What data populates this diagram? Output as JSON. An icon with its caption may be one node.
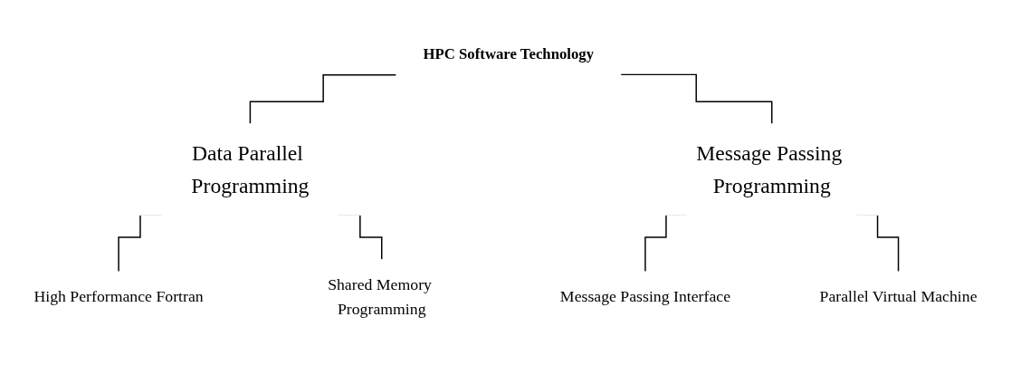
{
  "diagram": {
    "nodes": [
      {
        "text": [
          "HPC Software Technology"
        ]
      },
      {
        "text": [
          "Data Parallel Programming"
        ]
      },
      {
        "text": [
          "Message Passing Programming"
        ]
      },
      {
        "text": [
          "High Performance Fortran"
        ]
      },
      {
        "text": [
          "Shared Memory Programming"
        ]
      },
      {
        "text": [
          "Message Passing Interface"
        ]
      },
      {
        "text": [
          "Parallel Virtual Machine"
        ]
      }
    ],
    "edges": [
      {
        "from": 0,
        "to": 1,
        "arrow": "none"
      },
      {
        "from": 0,
        "to": 2,
        "arrow": "none"
      },
      {
        "from": 1,
        "to": 3,
        "arrow": "none"
      },
      {
        "from": 1,
        "to": 4,
        "arrow": "none"
      },
      {
        "from": 2,
        "to": 5,
        "arrow": "none"
      },
      {
        "from": 2,
        "to": 6,
        "arrow": "none"
      }
    ]
  }
}
